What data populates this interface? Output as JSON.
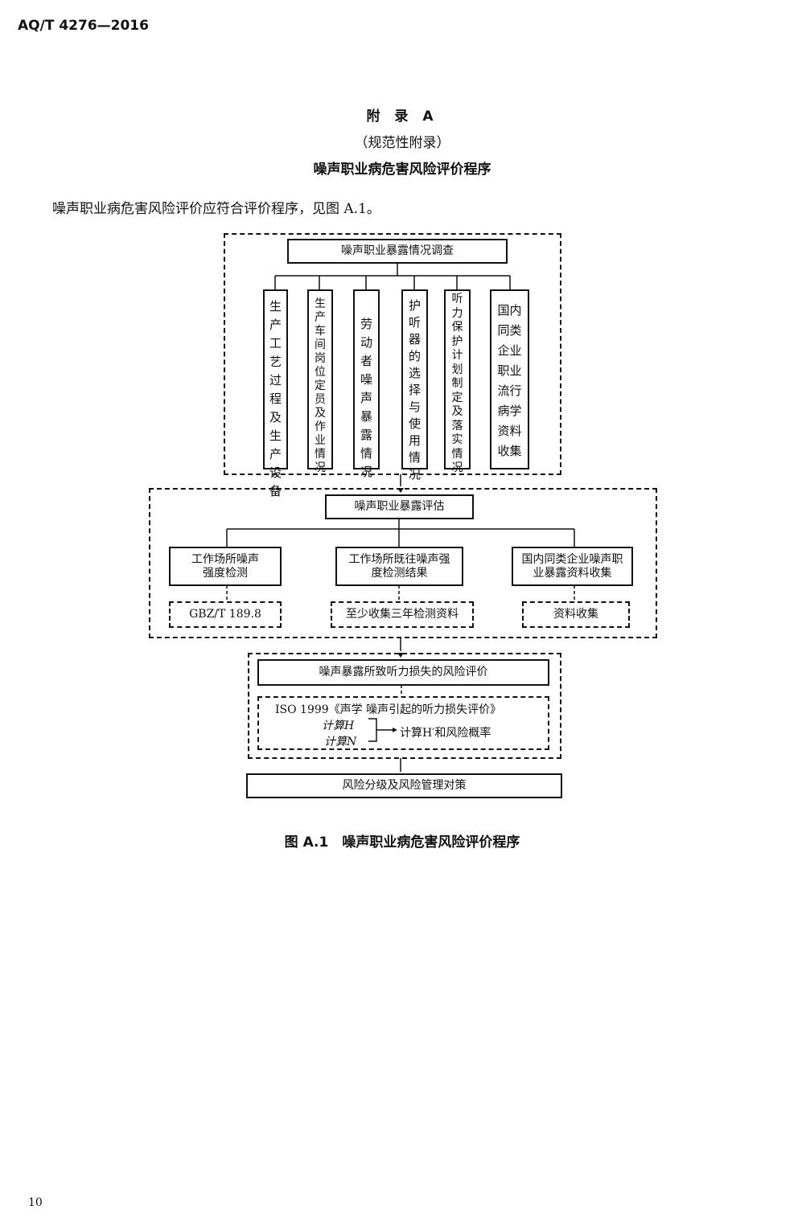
{
  "header": "AQ/T 4276—2016",
  "appendix": {
    "title": "附 录 A",
    "type": "（规范性附录）",
    "name": "噪声职业病危害风险评价程序"
  },
  "paragraph": "噪声职业病危害风险评价应符合评价程序，见图 A.1。",
  "flowchart": {
    "survey": {
      "title": "噪声职业暴露情况调查",
      "items": [
        "生产工艺过程及生产设备",
        "生产车间岗位定员及作业情况",
        "劳动者噪声暴露情况",
        "护听器的选择与使用情况",
        "听力保护计划制定及落实情况",
        "国内同类企业职业流行病学资料收集"
      ]
    },
    "assessment": {
      "title": "噪声职业暴露评估",
      "items": [
        "工作场所噪声强度检测",
        "工作场所既往噪声强度检测结果",
        "国内同类企业噪声职业暴露资料收集"
      ],
      "sources": [
        "GBZ/T 189.8",
        "至少收集三年检测资料",
        "资料收集"
      ]
    },
    "risk": {
      "title": "噪声暴露所致听力损失的风险评价",
      "standard": "ISO 1999《声学 噪声引起的听力损失评价》",
      "calc_h": "计算H",
      "calc_n": "计算N",
      "result": "计算H′和风险概率"
    },
    "final": "风险分级及风险管理对策"
  },
  "caption": "图 A.1　噪声职业病危害风险评价程序",
  "page_number": "10"
}
